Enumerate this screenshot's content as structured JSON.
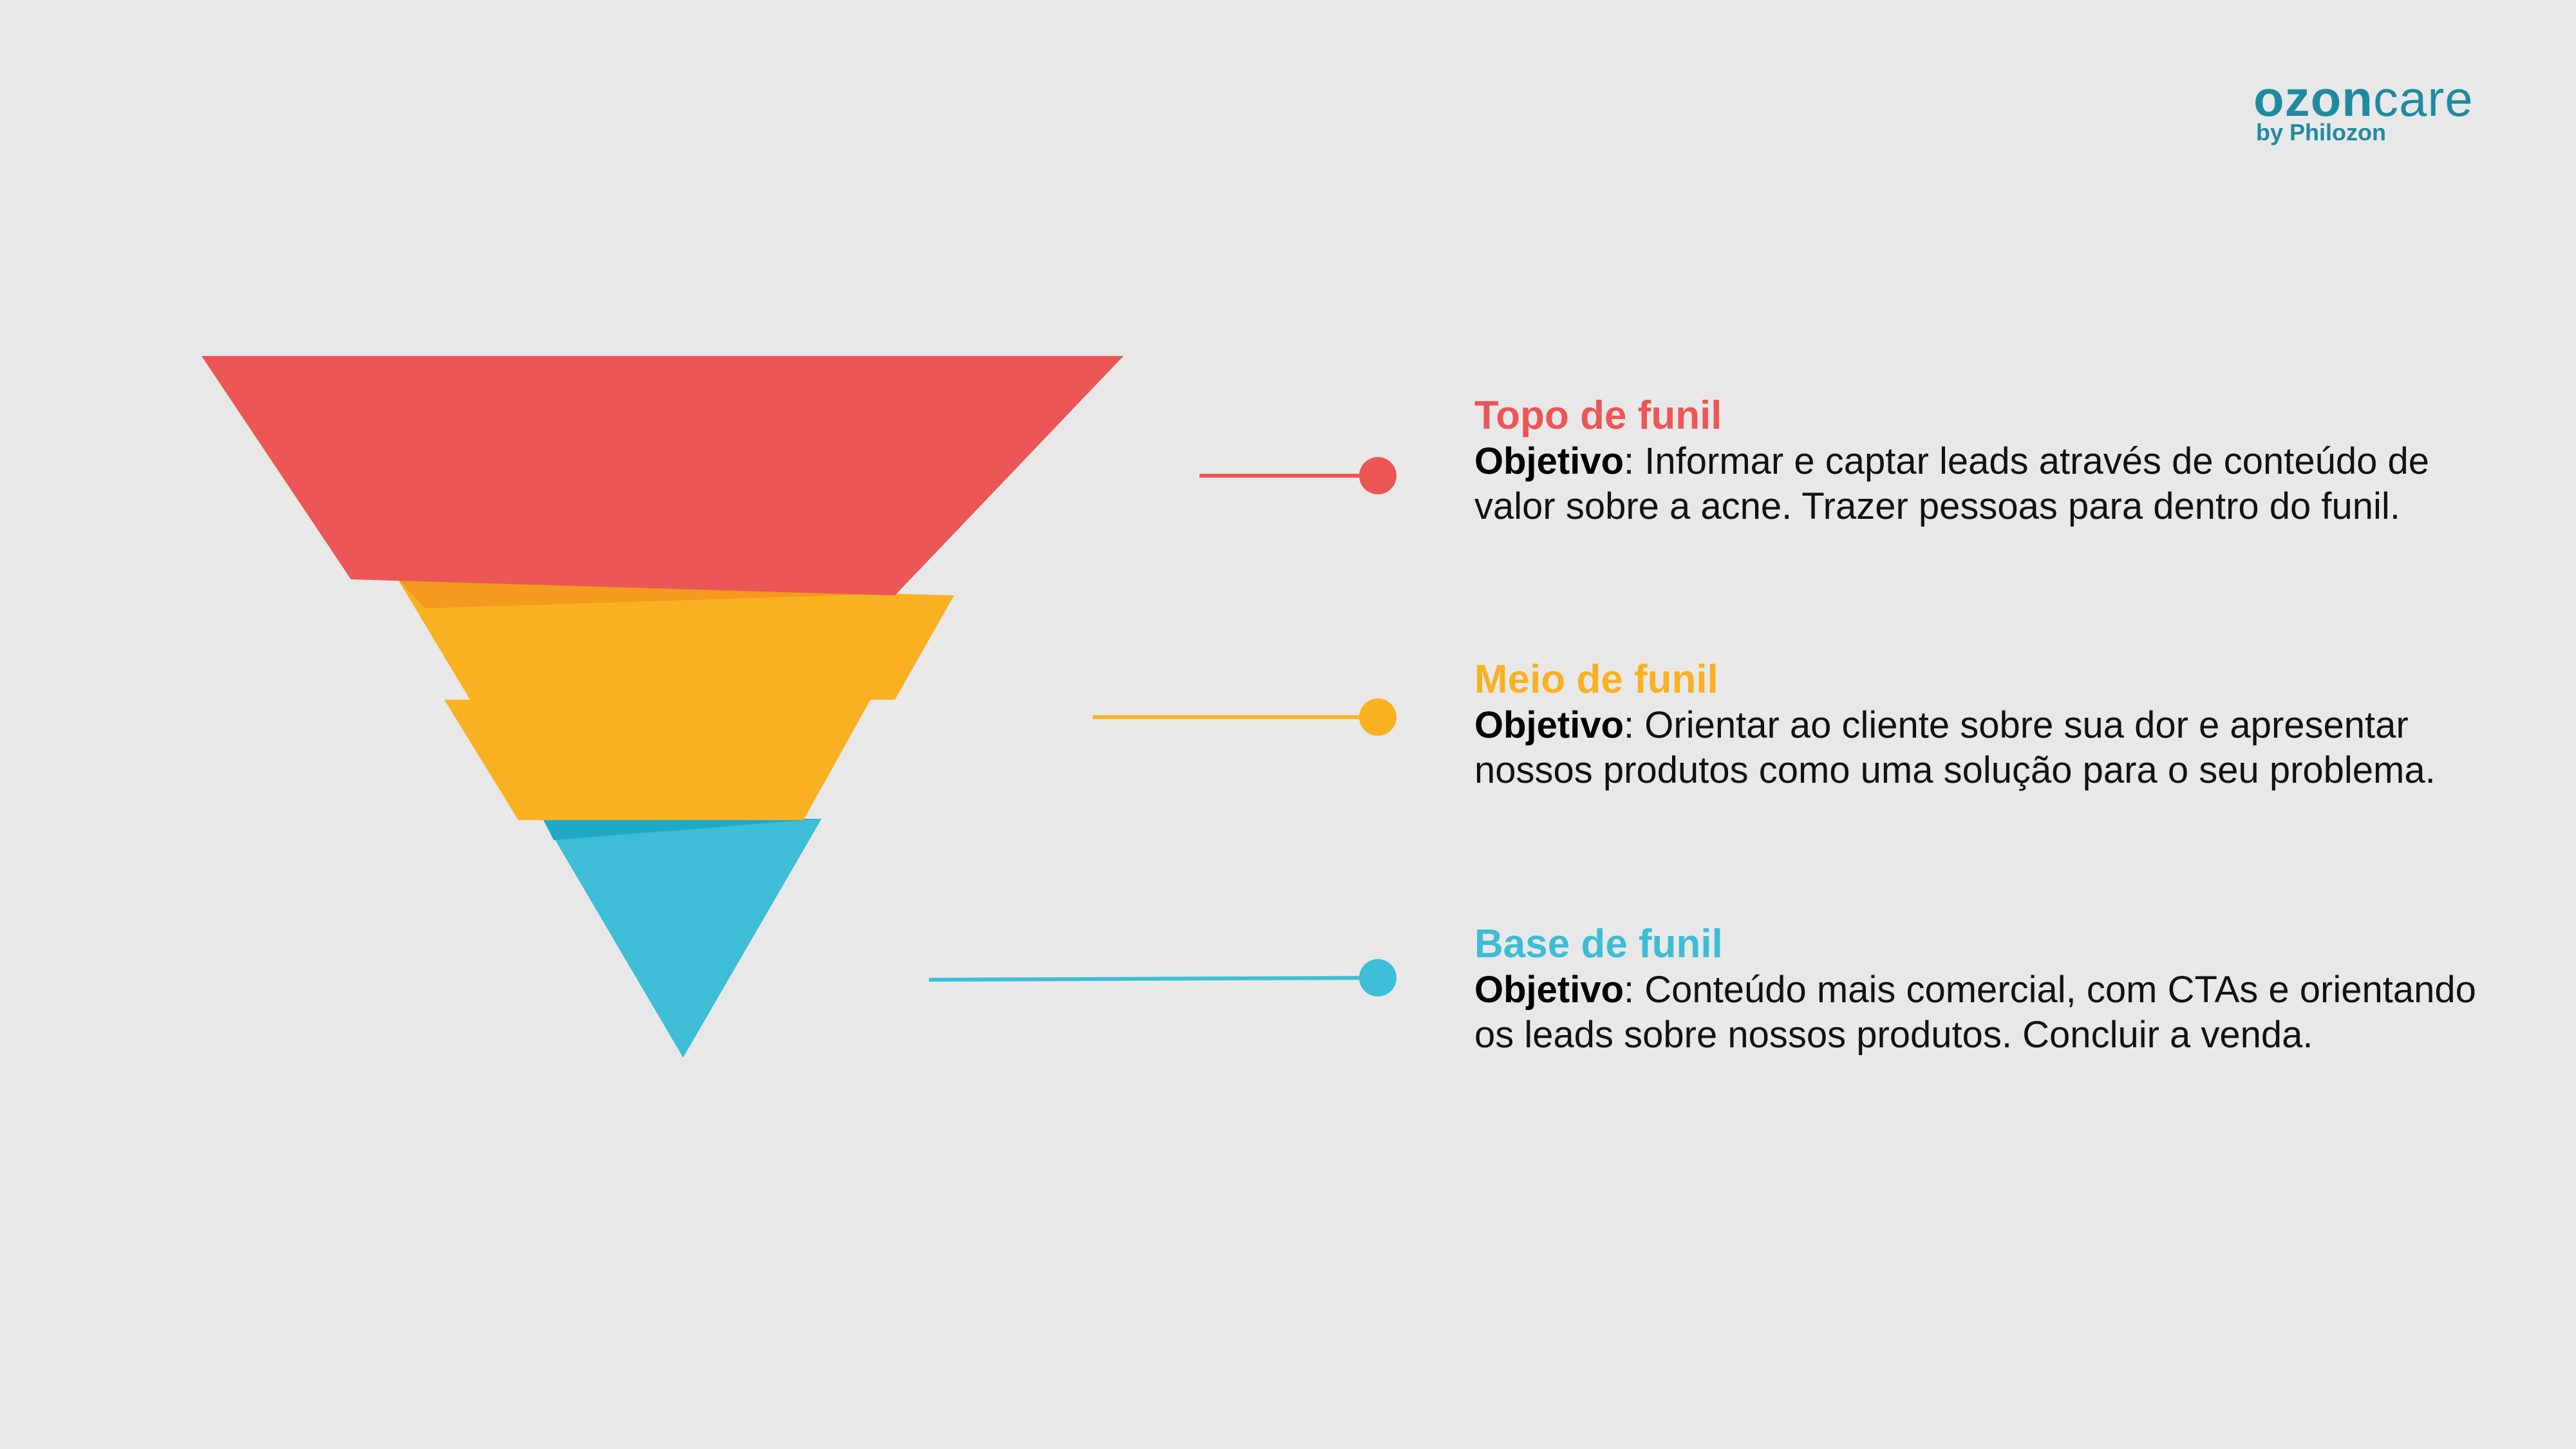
{
  "colors": {
    "background": "#e8e8e8",
    "top": "#ec5656",
    "middle": "#f9b122",
    "middle_shade": "#f49a1f",
    "base": "#3dbdd6",
    "base_shade": "#1fa9c5",
    "brand": "#1f8aa0",
    "text": "#111111"
  },
  "logo": {
    "bold_part": "ozon",
    "light_part": "care",
    "subtitle": "by Philozon"
  },
  "stages": [
    {
      "title": "Topo de funil",
      "label": "Objetivo",
      "text": ": Informar e captar leads através de conteúdo de valor sobre a acne. Trazer pessoas para dentro do funil."
    },
    {
      "title": "Meio de funil",
      "label": "Objetivo",
      "text": ": Orientar ao cliente sobre sua dor e apresentar nossos produtos como uma solução para o seu problema."
    },
    {
      "title": "Base de funil",
      "label": "Objetivo",
      "text": ": Conteúdo mais comercial, com CTAs e orientando os leads sobre nossos produtos. Concluir a venda."
    }
  ]
}
